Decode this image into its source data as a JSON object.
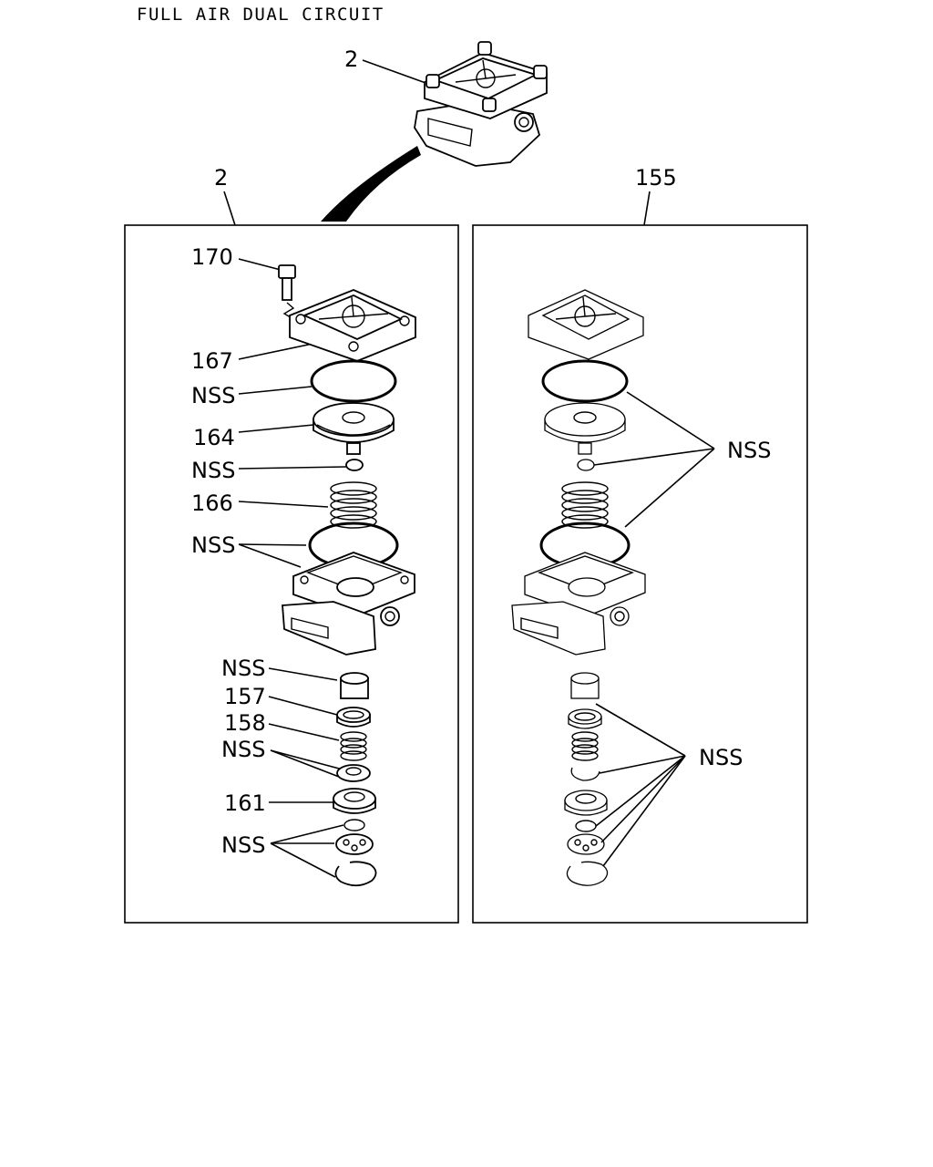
{
  "title": "FULL AIR DUAL CIRCUIT",
  "assembly": {
    "ref": "2"
  },
  "panels": {
    "left": {
      "ref": "2",
      "labels": {
        "p170": "170",
        "p167": "167",
        "nss1": "NSS",
        "p164": "164",
        "nss2": "NSS",
        "p166": "166",
        "nss3": "NSS",
        "nss4": "NSS",
        "p157": "157",
        "p158": "158",
        "nss5": "NSS",
        "p161": "161",
        "nss6": "NSS"
      }
    },
    "right": {
      "ref": "155",
      "labels": {
        "nss_upper": "NSS",
        "nss_lower": "NSS"
      }
    }
  }
}
